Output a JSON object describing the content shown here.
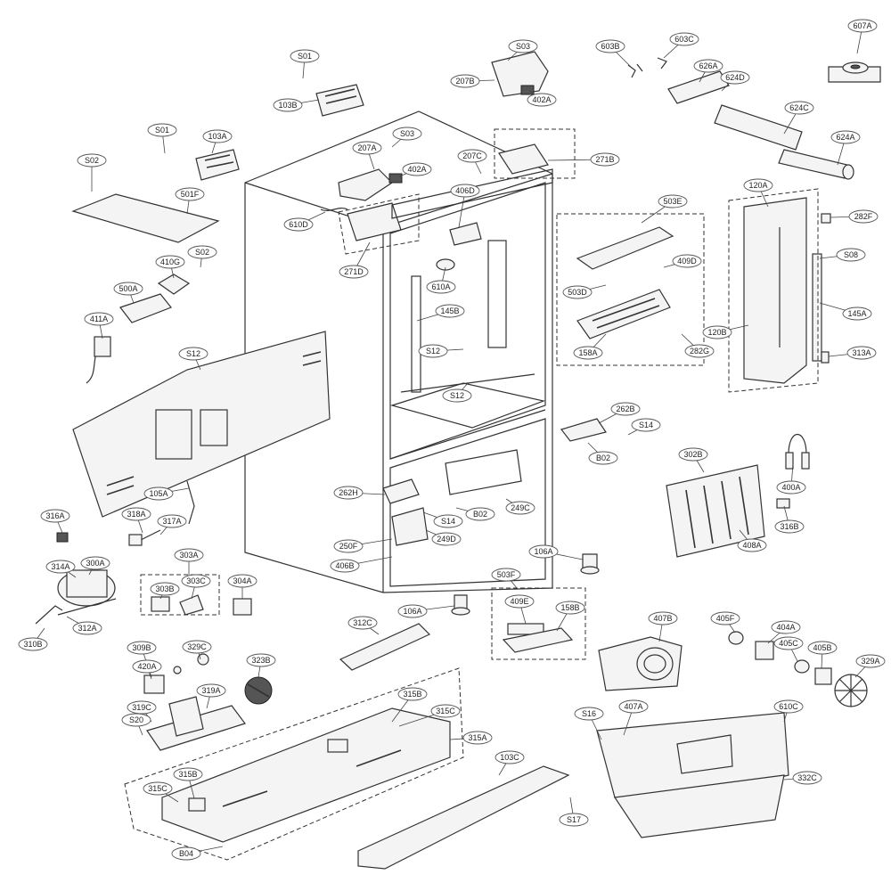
{
  "callouts": [
    "S01",
    "103B",
    "S03",
    "207B",
    "402A",
    "603B",
    "603C",
    "607A",
    "626A",
    "624D",
    "624C",
    "624A",
    "S01",
    "103A",
    "S03",
    "207A",
    "402A",
    "207C",
    "271B",
    "S02",
    "501F",
    "610D",
    "406D",
    "271D",
    "503E",
    "120A",
    "282F",
    "S02",
    "410G",
    "610A",
    "409D",
    "S08",
    "500A",
    "503D",
    "145B",
    "120B",
    "145A",
    "411A",
    "S12",
    "158A",
    "S12",
    "282G",
    "313A",
    "S12",
    "262B",
    "S14",
    "B02",
    "302B",
    "262H",
    "400A",
    "105A",
    "S14",
    "B02",
    "249C",
    "316B",
    "316A",
    "318A",
    "317A",
    "250F",
    "249D",
    "408A",
    "406B",
    "106A",
    "314A",
    "300A",
    "303A",
    "303C",
    "304A",
    "503F",
    "303B",
    "409E",
    "158B",
    "106A",
    "310B",
    "312A",
    "312C",
    "407B",
    "405F",
    "404A",
    "309B",
    "329C",
    "405C",
    "405B",
    "329A",
    "420A",
    "323B",
    "319A",
    "315B",
    "319C",
    "315C",
    "S20",
    "S16",
    "407A",
    "610C",
    "315A",
    "103C",
    "332C",
    "315B",
    "315C",
    "S17",
    "B04"
  ]
}
